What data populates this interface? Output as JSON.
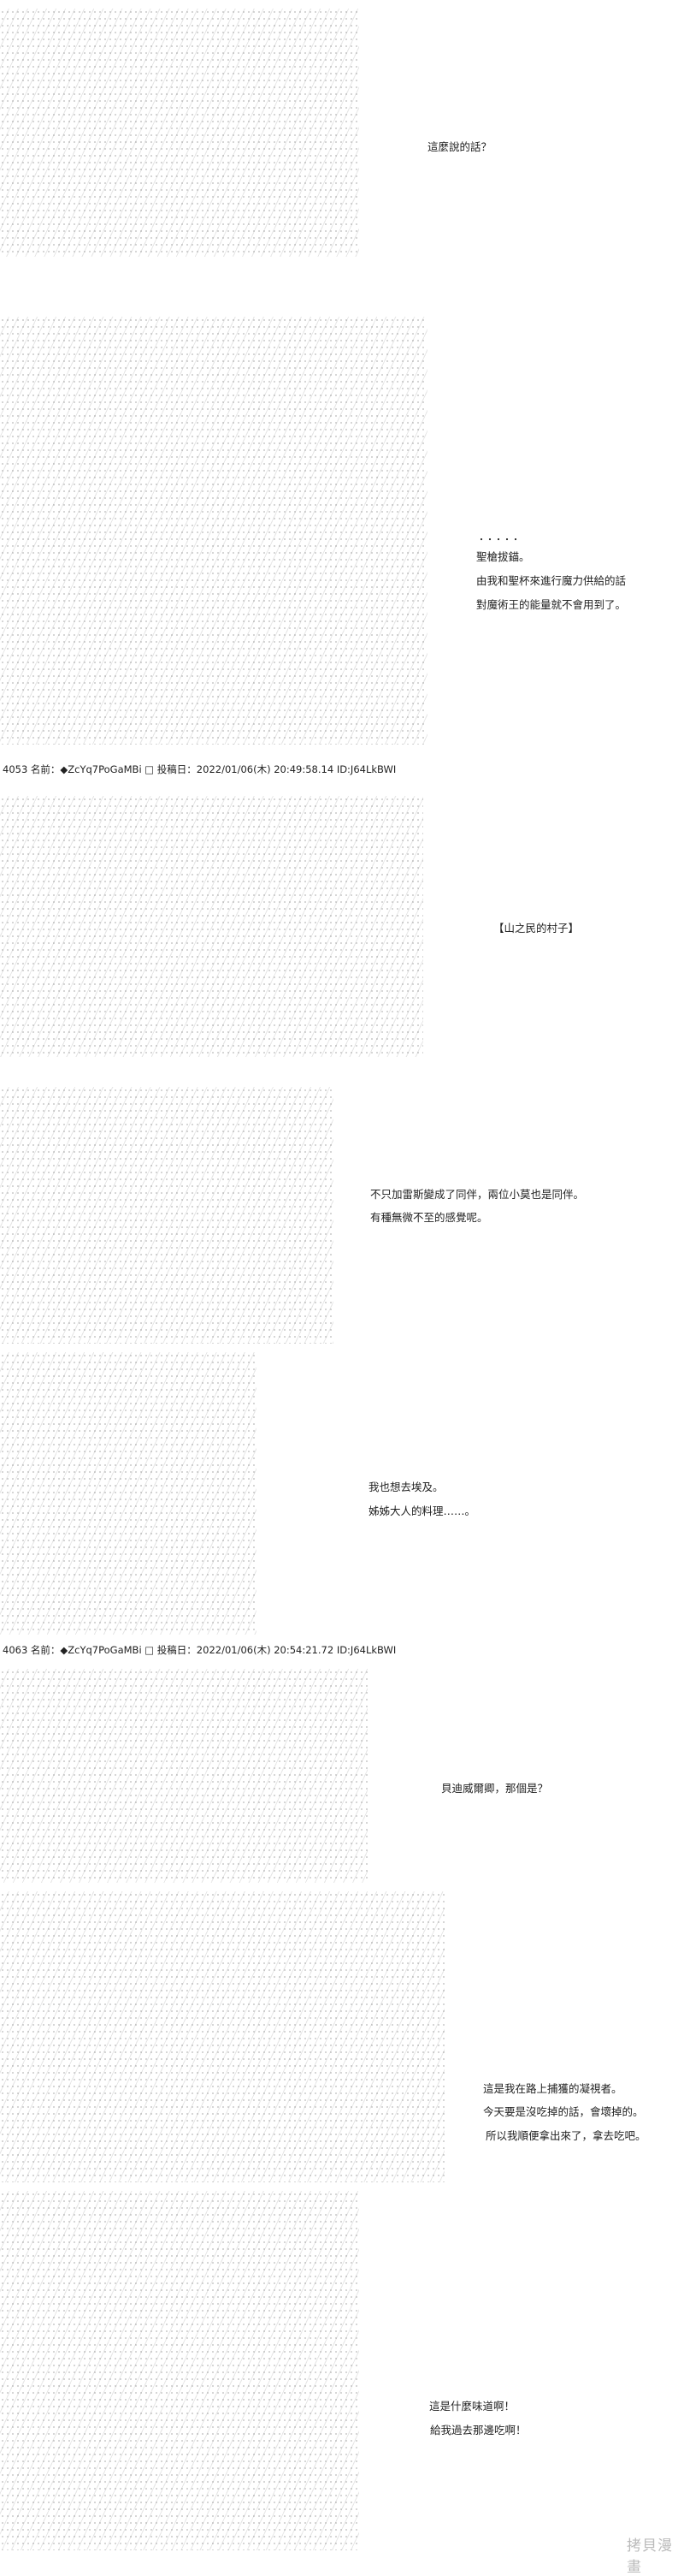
{
  "posts": [
    {
      "header": "4053 名前：◆ZcYq7PoGaMBi □ 投稿日：2022/01/06(木) 20:49:58.14 ID:J64LkBWI"
    },
    {
      "header": "4063 名前：◆ZcYq7PoGaMBi □ 投稿日：2022/01/06(木) 20:54:21.72 ID:J64LkBWI"
    }
  ],
  "dialogue": {
    "d1": "這麼說的話？",
    "d2_dots": "・・・・・",
    "d2_l1": "聖槍拔錨。",
    "d2_l2": "由我和聖杯來進行魔力供給的話",
    "d2_l3": "對魔術王的能量就不會用到了。",
    "location": "【山之民的村子】",
    "d3_l1": "不只加雷斯變成了同伴，兩位小莫也是同伴。",
    "d3_l2": "有種無微不至的感覺呢。",
    "d4_l1": "我也想去埃及。",
    "d4_l2": "姊姊大人的料理……。",
    "d5": "貝迪威爾卿，那個是？",
    "d6_l1": "這是我在路上捕獲的凝視者。",
    "d6_l2": "今天要是沒吃掉的話，會壞掉的。",
    "d6_l3": "所以我順便拿出來了，拿去吃吧。",
    "d7_l1": "這是什麼味道啊！",
    "d7_l2": "給我過去那邊吃啊！"
  },
  "watermark": "拷貝漫畫"
}
